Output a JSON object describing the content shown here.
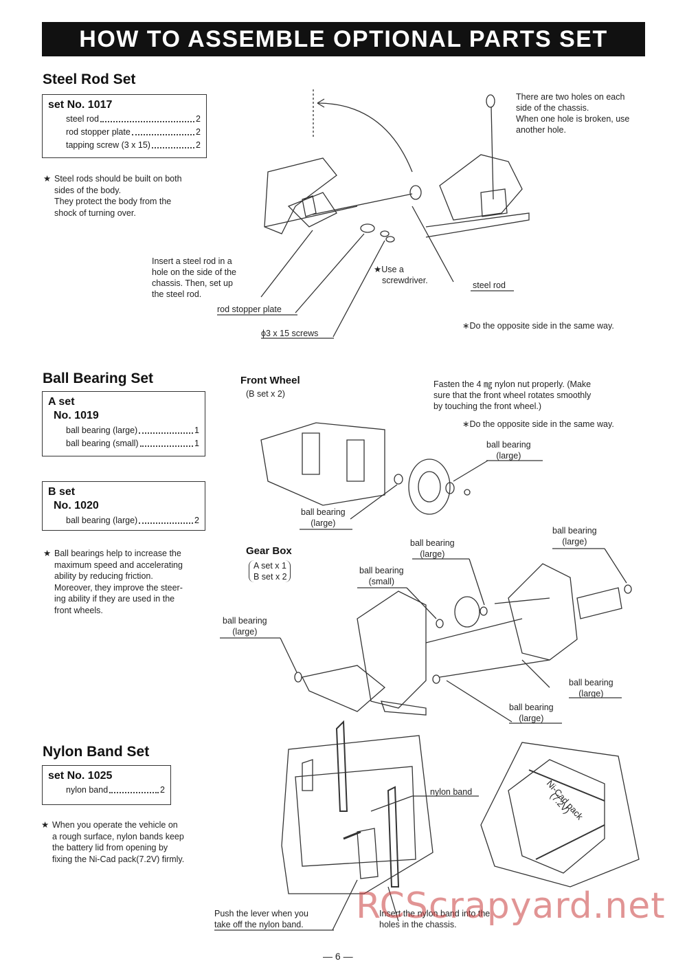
{
  "title": "HOW TO ASSEMBLE OPTIONAL PARTS SET",
  "steel_rod": {
    "heading": "Steel Rod Set",
    "set_label": "set No. 1017",
    "items": [
      {
        "name": "steel rod",
        "qty": "2"
      },
      {
        "name": "rod stopper plate",
        "qty": "2"
      },
      {
        "name": "tapping screw (3 x 15)",
        "qty": "2"
      }
    ],
    "note": [
      "Steel rods should be built on both",
      "sides of the body.",
      "They protect the body from the",
      "shock of turning over."
    ],
    "holes_note": [
      "There are two holes on each",
      "side of the chassis.",
      "When one hole is broken, use",
      "another hole."
    ],
    "insert_note": [
      "Insert a steel rod in a",
      "hole on the side of the",
      "chassis. Then, set up",
      "the steel rod."
    ],
    "screwdriver_note": [
      "Use a",
      "screwdriver."
    ],
    "label_rod_stopper": "rod stopper plate",
    "label_screws": "ϕ3 x 15 screws",
    "label_steel_rod": "steel rod",
    "opposite_note": "Do the opposite side in the same way."
  },
  "ball_bearing": {
    "heading": "Ball Bearing Set",
    "a_set": {
      "title": "A set",
      "number": "No. 1019",
      "items": [
        {
          "name": "ball bearing (large)",
          "qty": "1"
        },
        {
          "name": "ball bearing (small)",
          "qty": "1"
        }
      ]
    },
    "b_set": {
      "title": "B set",
      "number": "No. 1020",
      "items": [
        {
          "name": "ball bearing (large)",
          "qty": "2"
        }
      ]
    },
    "note": [
      "Ball bearings help to increase the",
      "maximum speed and accelerating",
      "ability by reducing friction.",
      "Moreover, they improve the steer-",
      "ing ability if they are used in the",
      "front wheels."
    ],
    "front_wheel_title": "Front Wheel",
    "front_wheel_sub": "(B set x 2)",
    "fasten_note": [
      "Fasten the 4 ㎎ nylon nut properly. (Make",
      "sure that the front wheel rotates smoothly",
      "by touching the front wheel.)"
    ],
    "opposite_note": "Do the opposite side in the same way.",
    "gear_box_title": "Gear Box",
    "gear_box_sets": [
      "A set x 1",
      "B set x 2"
    ],
    "bb_large": [
      "ball bearing",
      "(large)"
    ],
    "bb_small": [
      "ball bearing",
      "(small)"
    ]
  },
  "nylon_band": {
    "heading": "Nylon Band Set",
    "set_label": "set No. 1025",
    "items": [
      {
        "name": "nylon band",
        "qty": "2"
      }
    ],
    "note": [
      "When you operate the vehicle on",
      "a rough surface, nylon bands keep",
      "the battery lid from opening by",
      "fixing the Ni-Cad pack(7.2V) firmly."
    ],
    "label_nylon_band": "nylon band",
    "pack_label_1": "Ni-Cad pack",
    "pack_label_2": "(7.2V)",
    "push_note": [
      "Push the lever when you",
      "take off the nylon band."
    ],
    "insert_note": [
      "Insert the nylon band into the",
      "holes in the chassis."
    ]
  },
  "watermark": "RCScrapyard.net",
  "page_number": "— 6 —"
}
